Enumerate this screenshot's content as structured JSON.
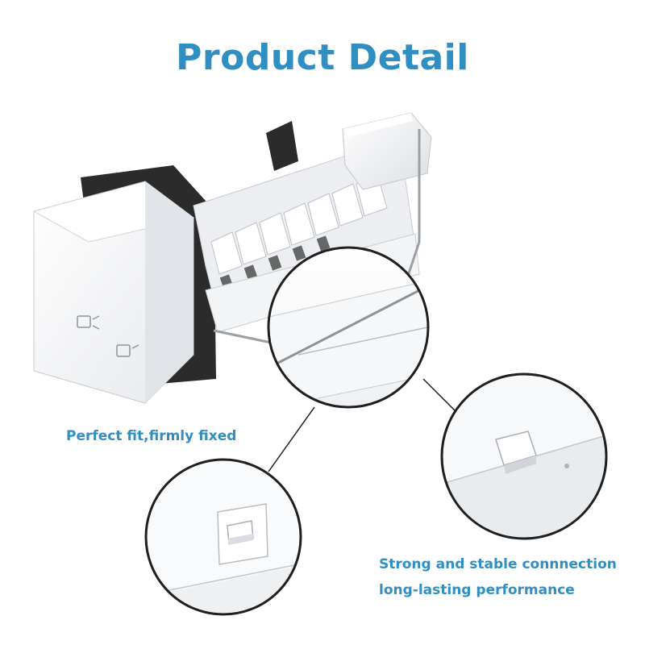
{
  "header": {
    "title": "Product Detail"
  },
  "captions": {
    "left": "Perfect fit,firmly fixed",
    "right_line1": "Strong and stable connnection",
    "right_line2": "long-lasting performance"
  },
  "colors": {
    "accent": "#2f8fc2",
    "plastic": "#f4f5f7",
    "frame": "#2b2b2b"
  },
  "image": {
    "subject": "ice-maker-product"
  }
}
